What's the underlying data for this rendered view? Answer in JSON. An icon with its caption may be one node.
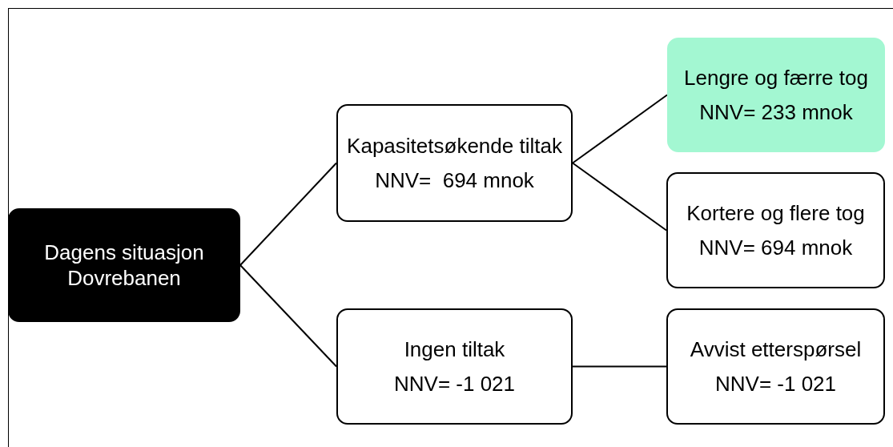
{
  "diagram": {
    "nodes": [
      {
        "text": [
          "Dagens situasjon Dovrebanen"
        ]
      },
      {
        "text": [
          "Kapasitetsøkende tiltak",
          "NNV=  694 mnok"
        ]
      },
      {
        "text": [
          "Ingen tiltak",
          "NNV= -1 021"
        ]
      },
      {
        "text": [
          "Lengre og færre tog",
          "NNV= 233 mnok"
        ]
      },
      {
        "text": [
          "Kortere og flere tog",
          "NNV= 694 mnok"
        ]
      },
      {
        "text": [
          "Avvist etterspørsel",
          "NNV= -1 021"
        ]
      }
    ],
    "edges": [
      {
        "from": 0,
        "to": 1,
        "arrow": "none"
      },
      {
        "from": 0,
        "to": 2,
        "arrow": "none"
      },
      {
        "from": 1,
        "to": 3,
        "arrow": "none"
      },
      {
        "from": 1,
        "to": 4,
        "arrow": "none"
      },
      {
        "from": 2,
        "to": 5,
        "arrow": "none"
      }
    ]
  }
}
